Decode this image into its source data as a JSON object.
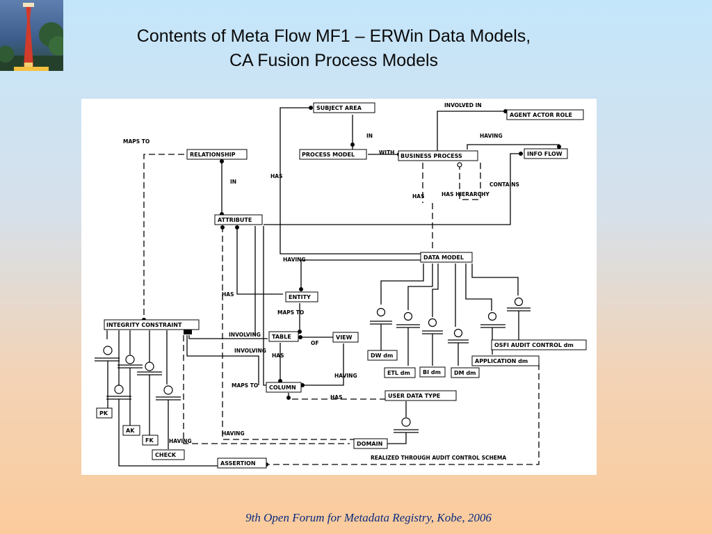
{
  "title_line1": "Contents of Meta Flow MF1 – ERWin Data Models,",
  "title_line2": "CA Fusion Process Models",
  "footer": "9th Open Forum for Metadata Registry, Kobe, 2006",
  "logo_icon": "kobe-port-tower-photo-icon",
  "entities": {
    "subject_area": "SUBJECT AREA",
    "agent_actor_role": "AGENT ACTOR ROLE",
    "relationship": "RELATIONSHIP",
    "process_model": "PROCESS MODEL",
    "business_process": "BUSINESS PROCESS",
    "info_flow": "INFO FLOW",
    "attribute": "ATTRIBUTE",
    "data_model": "DATA MODEL",
    "entity": "ENTITY",
    "integrity_constraint": "INTEGRITY CONSTRAINT",
    "table": "TABLE",
    "view": "VIEW",
    "column": "COLUMN",
    "user_data_type": "USER DATA TYPE",
    "domain": "DOMAIN",
    "assertion": "ASSERTION",
    "pk": "PK",
    "ak": "AK",
    "fk": "FK",
    "check": "CHECK",
    "dw_dm": "DW dm",
    "etl_dm": "ETL dm",
    "bi_dm": "BI dm",
    "dm_dm": "DM dm",
    "application_dm": "APPLICATION dm",
    "osfi_audit_control_dm": "OSFI AUDIT CONTROL dm"
  },
  "labels": {
    "involved_in": "INVOLVED IN",
    "in_1": "IN",
    "having_1": "HAVING",
    "maps_to_1": "MAPS TO",
    "with": "WITH",
    "in_2": "IN",
    "has_1": "HAS",
    "contains": "CONTAINS",
    "has_hierarchy": "HAS HIERARCHY",
    "has_2": "HAS",
    "having_2": "HAVING",
    "has_3": "HAS",
    "maps_to_2": "MAPS TO",
    "involving_1": "INVOLVING",
    "of": "OF",
    "involving_2": "INVOLVING",
    "has_4": "HAS",
    "having_3": "HAVING",
    "maps_to_3": "MAPS TO",
    "has_5": "HAS",
    "having_4": "HAVING",
    "having_5": "HAVING",
    "realized_through": "REALIZED THROUGH AUDIT CONTROL SCHEMA"
  }
}
